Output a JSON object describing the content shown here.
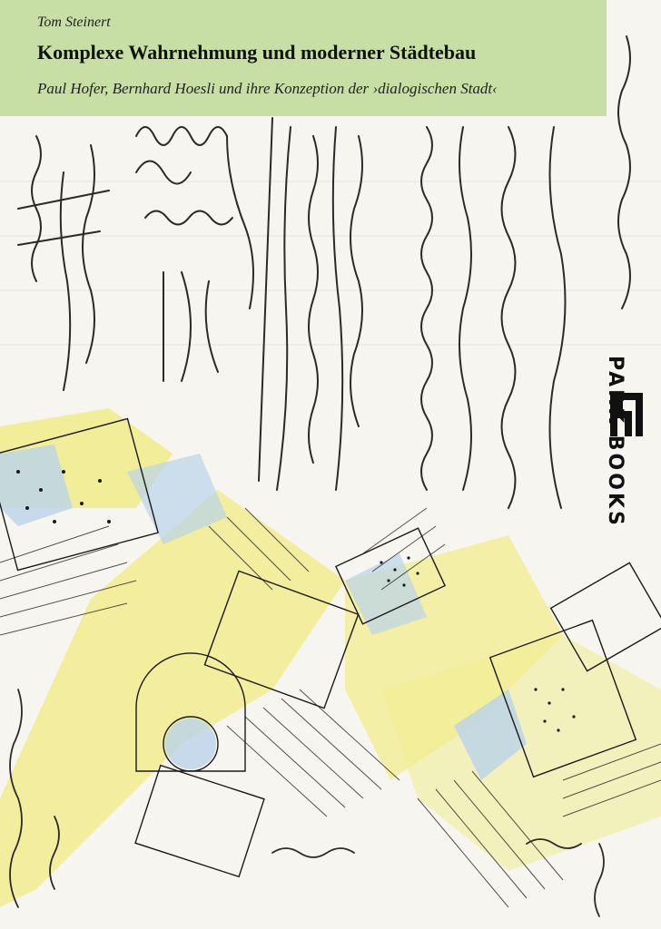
{
  "book": {
    "author": "Tom Steinert",
    "title": "Komplexe Wahrnehmung und moderner Städtebau",
    "subtitle": "Paul Hofer, Bernhard Hoesli und ihre Konzeption der ›dialogischen Stadt‹"
  },
  "publisher": {
    "name": "PARK BOOKS",
    "logo_icon": "park-books-logo-icon"
  },
  "colors": {
    "title_band": "#c7dfa4",
    "sketch_yellow": "#f1ec8f",
    "sketch_blue": "#b9d3ea",
    "ink": "#1a1a1a"
  }
}
